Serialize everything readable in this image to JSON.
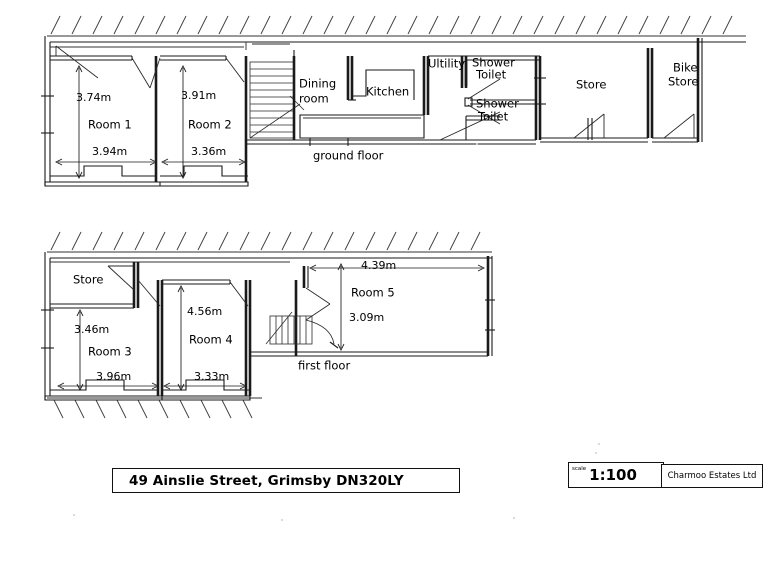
{
  "document": {
    "type": "estate-agent-floor-plan",
    "title": "49 Ainslie Street, Grimsby DN320LY",
    "scale_word": "scale",
    "scale_value": "1:100",
    "company": "Charmoo Estates Ltd"
  },
  "floors": [
    {
      "id": "ground",
      "caption": "ground floor",
      "rooms": [
        {
          "name": "Room 1",
          "width": "3.94m",
          "depth": "3.74m"
        },
        {
          "name": "Room 2",
          "width": "3.36m",
          "depth": "3.91m"
        },
        {
          "name": "Dining room",
          "line1": "Dining",
          "line2": "room"
        },
        {
          "name": "Kitchen"
        },
        {
          "name": "Ultility"
        },
        {
          "name": "Shower Toilet",
          "line1": "Shower",
          "line2": "Toilet"
        },
        {
          "name": "Shower Toilet",
          "line1": "Shower",
          "line2": "Toilet"
        },
        {
          "name": "Store"
        },
        {
          "name": "Bike Store",
          "line1": "Bike",
          "line2": "Store"
        }
      ]
    },
    {
      "id": "first",
      "caption": "first floor",
      "rooms": [
        {
          "name": "Store"
        },
        {
          "name": "Room 3",
          "width": "3.96m",
          "depth": "3.46m"
        },
        {
          "name": "Room 4",
          "width": "3.33m",
          "depth": "4.56m"
        },
        {
          "name": "Room 5",
          "width": "4.39m",
          "depth": "3.09m"
        }
      ]
    }
  ],
  "labels": {
    "room1": "Room 1",
    "room1_depth": "3.74m",
    "room1_width": "3.94m",
    "room2": "Room 2",
    "room2_depth": "3.91m",
    "room2_width": "3.36m",
    "dining_line1": "Dining",
    "dining_line2": "room",
    "kitchen": "Kitchen",
    "utility": "Ultility",
    "shower1_line1": "Shower",
    "shower1_line2": "Toilet",
    "shower2_line1": "Shower",
    "shower2_line2": "Toilet",
    "store_ground": "Store",
    "bike_line1": "Bike",
    "bike_line2": "Store",
    "ground_caption": "ground floor",
    "store_first": "Store",
    "room3": "Room 3",
    "room3_depth": "3.46m",
    "room3_width": "3.96m",
    "room4": "Room 4",
    "room4_depth": "4.56m",
    "room4_width": "3.33m",
    "room5": "Room 5",
    "room5_width": "4.39m",
    "room5_depth": "3.09m",
    "first_caption": "first floor"
  },
  "colors": {
    "ink": "#1a1a1a",
    "paper": "#ffffff",
    "hatch": "#3a3a3a"
  }
}
